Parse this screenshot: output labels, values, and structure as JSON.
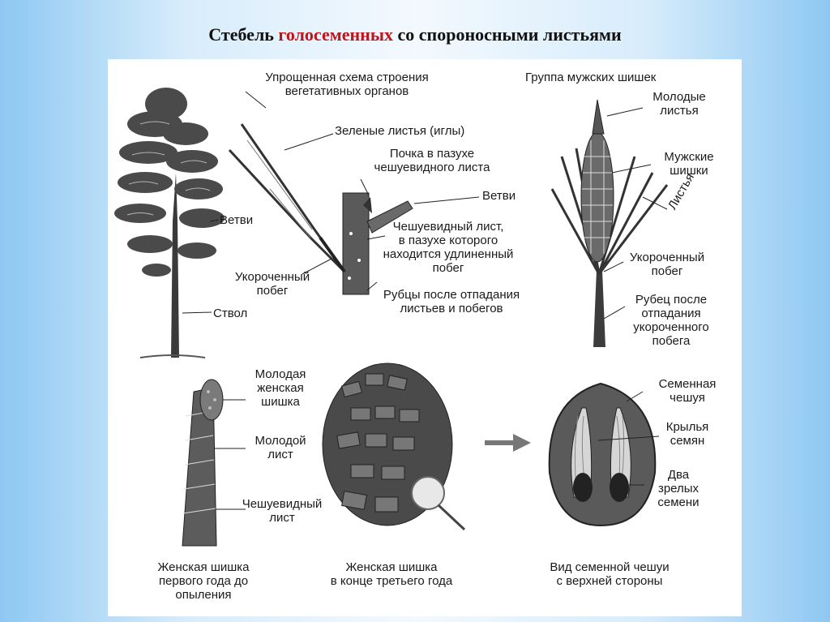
{
  "title": {
    "part1": "Стебель ",
    "accent": "голосеменных",
    "part2": " со спороносными листьями",
    "accent_color": "#c0141b"
  },
  "labels": {
    "scheme_title": "Упрощенная схема строения\nвегетативных органов",
    "green_leaves": "Зеленые листья (иглы)",
    "bud": "Почка в пазухе\nчешуевидного листа",
    "branches_scheme": "Ветви",
    "scale_leaf_long": "Чешуевидный лист,\nв пазухе которого\nнаходится удлиненный\nпобег",
    "shortened_shoot_left": "Укороченный\nпобег",
    "scars": "Рубцы после отпадания\nлистьев и побегов",
    "branches_tree": "Ветви",
    "trunk": "Ствол",
    "male_cones_group": "Группа мужских шишек",
    "young_leaves": "Молодые\nлистья",
    "male_cones": "Мужские\nшишки",
    "leaves": "Листья",
    "shortened_shoot_right": "Укороченный\nпобег",
    "scar_right": "Рубец после\nотпадания\nукороченного\nпобега",
    "young_female_cone": "Молодая\nженская\nшишка",
    "young_leaf": "Молодой\nлист",
    "scale_leaf": "Чешуевидный\nлист",
    "female_cone_first": "Женская шишка\nпервого года до\nопыления",
    "female_cone_third": "Женская шишка\nв конце третьего года",
    "seed_scale": "Семенная\nчешуя",
    "seed_wings": "Крылья\nсемян",
    "two_seeds": "Два\nзрелых\nсемени",
    "scale_top_view": "Вид семенной чешуи\nс верхней стороны"
  },
  "icons": {
    "tree": "pine-tree-icon",
    "branch": "branch-scheme-icon",
    "male_cone": "male-cone-icon",
    "young_cone": "young-female-cone-icon",
    "mature_cone": "mature-cone-icon",
    "arrow": "arrow-right-icon",
    "seed_scale": "seed-scale-icon"
  }
}
